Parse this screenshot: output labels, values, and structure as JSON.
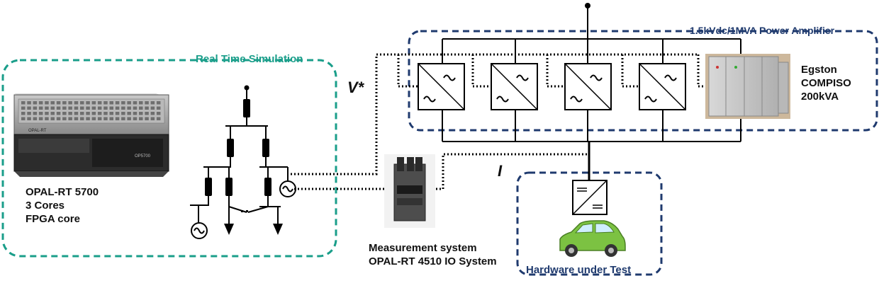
{
  "groups": {
    "real_time_simulation": "Real Time Simulation",
    "power_amplifier": "1.5kVdc/1MVA Power  Amplifier",
    "hardware_under_test": "Hardware under Test"
  },
  "opal_rt_5700": {
    "lines": [
      "OPAL-RT 5700",
      "3 Cores",
      "FPGA core"
    ]
  },
  "measurement": {
    "lines": [
      "Measurement system",
      "OPAL-RT 4510 IO System"
    ]
  },
  "egston": {
    "lines": [
      "Egston",
      "COMPISO",
      "200kVA"
    ]
  },
  "signals": {
    "voltage_ref": "V*",
    "current": "I"
  },
  "device_marks": {
    "opal_brand": "OPAL-RT",
    "opal_model": "OP5700"
  },
  "colors": {
    "teal": "#1a9e8a",
    "navy": "#1f3a6e",
    "car": "#7cc242"
  },
  "icons": [
    "ac-source-icon",
    "load-arrow-icon",
    "switch-icon",
    "inverter-icon",
    "dc-dc-converter-icon",
    "car-icon"
  ]
}
